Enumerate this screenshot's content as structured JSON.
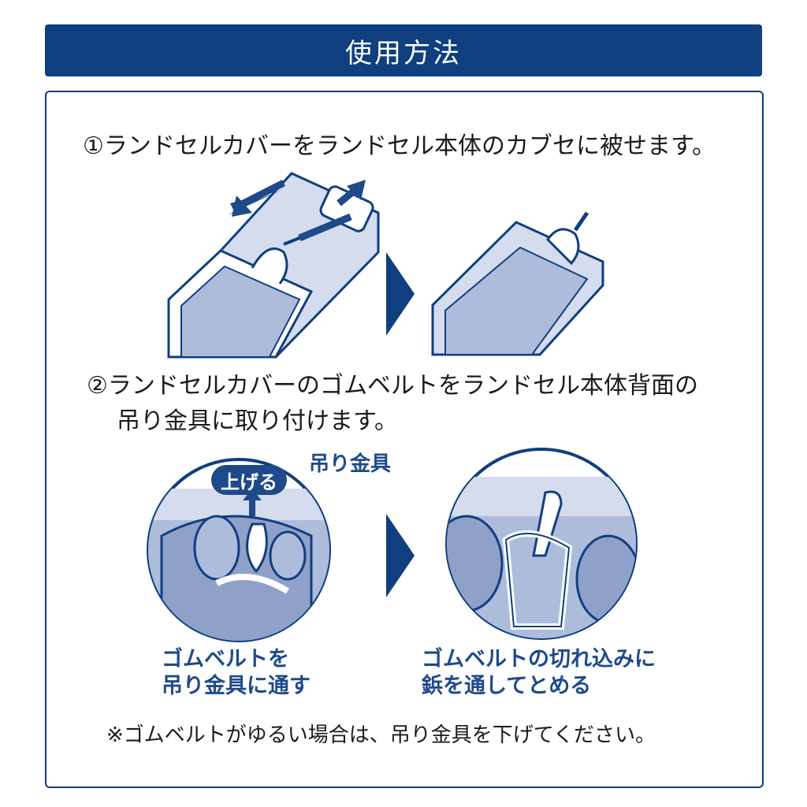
{
  "header": {
    "title": "使用方法"
  },
  "steps": {
    "step1": "①ランドセルカバーをランドセル本体のカブセに被せます。",
    "step2_line1": "②ランドセルカバーのゴムベルトをランドセル本体背面の",
    "step2_line2": "吊り金具に取り付けます。"
  },
  "illustration2": {
    "hook_label": "吊り金具",
    "lift_label": "上げる",
    "caption_left_line1": "ゴムベルトを",
    "caption_left_line2": "吊り金具に通す",
    "caption_right_line1": "ゴムベルトの切れ込みに",
    "caption_right_line2": "鋲を通してとめる"
  },
  "note": "※ゴムベルトがゆるい場合は、吊り金具を下げてください。",
  "colors": {
    "primary": "#0f3f7f",
    "accent": "#1e4a8a",
    "fill": "#aebcdc",
    "light": "#d4dcee"
  }
}
